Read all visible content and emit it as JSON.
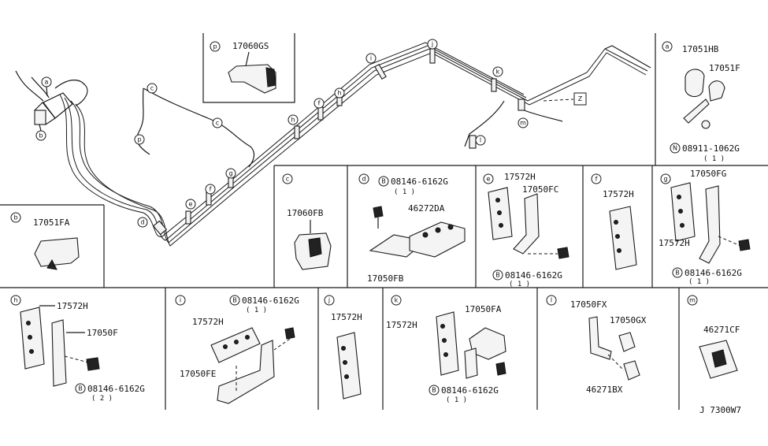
{
  "diagram_code": "J 7300W7",
  "main": {
    "callouts": [
      "a",
      "b",
      "p",
      "c",
      "c",
      "d",
      "e",
      "f",
      "g",
      "h",
      "f",
      "h",
      "i",
      "j",
      "k",
      "m",
      "l"
    ],
    "z_label": "Z"
  },
  "panels": {
    "p": {
      "letter": "p",
      "parts": [
        "17060GS"
      ]
    },
    "a": {
      "letter": "a",
      "parts": [
        "17051HB",
        "17051F",
        "08911-1062G"
      ],
      "prefix": "N",
      "qty": "( 1 )"
    },
    "b": {
      "letter": "b",
      "parts": [
        "17051FA"
      ]
    },
    "c": {
      "letter": "c",
      "parts": [
        "17060FB"
      ]
    },
    "d": {
      "letter": "d",
      "parts": [
        "08146-6162G",
        "46272DA",
        "17050FB"
      ],
      "prefix": "B",
      "qty": "( 1 )"
    },
    "e": {
      "letter": "e",
      "parts": [
        "17572H",
        "17050FC",
        "08146-6162G"
      ],
      "prefix": "B",
      "qty": "( 1 )"
    },
    "f": {
      "letter": "f",
      "parts": [
        "17572H"
      ]
    },
    "g": {
      "letter": "g",
      "parts": [
        "17050FG",
        "17572H",
        "08146-6162G"
      ],
      "prefix": "B",
      "qty": "( 1 )"
    },
    "h": {
      "letter": "h",
      "parts": [
        "17572H",
        "17050F",
        "08146-6162G"
      ],
      "prefix": "B",
      "qty": "( 2 )"
    },
    "i": {
      "letter": "i",
      "parts": [
        "08146-6162G",
        "17572H",
        "17050FE"
      ],
      "prefix": "B",
      "qty": "( 1 )"
    },
    "j": {
      "letter": "j",
      "parts": [
        "17572H"
      ]
    },
    "k": {
      "letter": "k",
      "parts": [
        "17050FA",
        "17572H",
        "08146-6162G"
      ],
      "prefix": "B",
      "qty": "( 1 )"
    },
    "l": {
      "letter": "l",
      "parts": [
        "17050FX",
        "17050GX",
        "46271BX"
      ]
    },
    "m": {
      "letter": "m",
      "parts": [
        "46271CF"
      ]
    }
  }
}
